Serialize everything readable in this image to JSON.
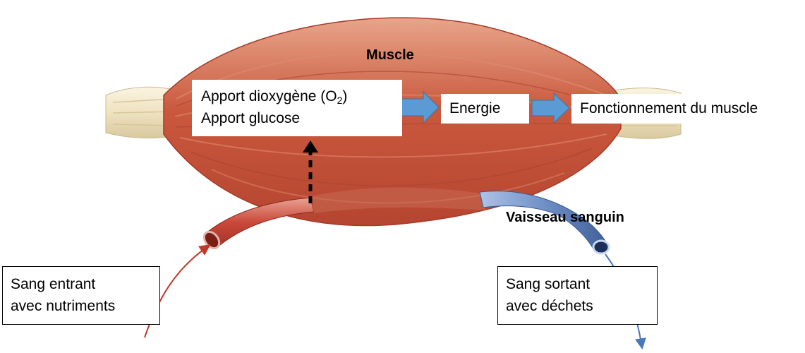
{
  "labels": {
    "muscle": "Muscle",
    "vessel": "Vaisseau sanguin"
  },
  "supply_box": {
    "line1_prefix": "Apport dioxygène (O",
    "line1_sub": "2",
    "line1_suffix": ")",
    "line2": "Apport glucose"
  },
  "flow": {
    "energy": "Energie",
    "function": "Fonctionnement du muscle"
  },
  "blood_in": {
    "line1": "Sang entrant",
    "line2": "avec nutriments"
  },
  "blood_out": {
    "line1": "Sang sortant",
    "line2": "avec déchets"
  },
  "colors": {
    "muscle": "#c8553b",
    "tendon": "#f1e6c9",
    "artery": "#c0392b",
    "vein": "#5b7fb5",
    "flow_arrow": "#5b9bd5"
  }
}
